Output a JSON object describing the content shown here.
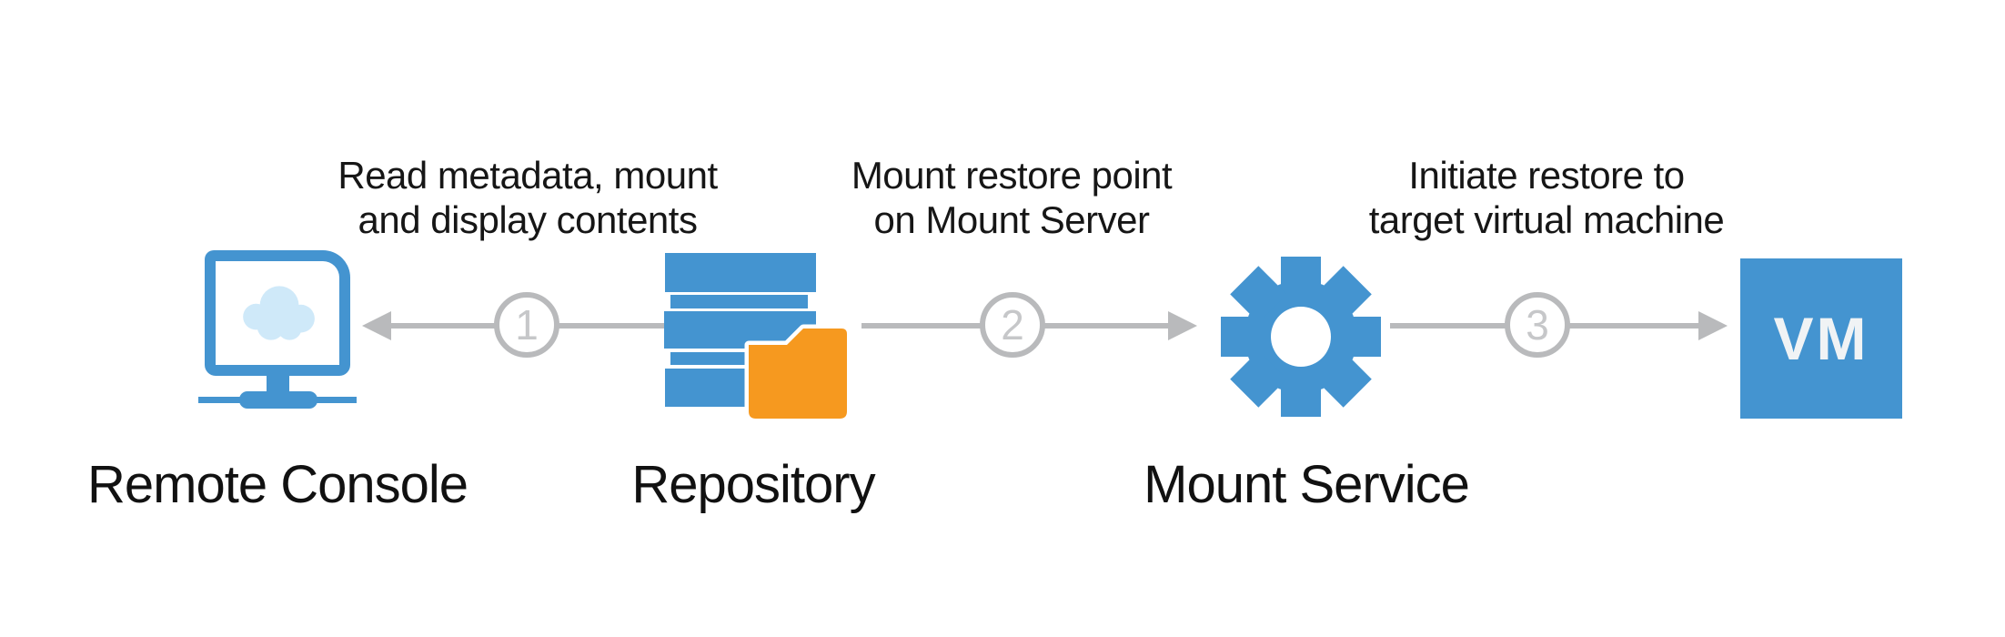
{
  "diagram": {
    "background_color": "#ffffff",
    "accent_blue": "#4494d0",
    "folder_orange": "#f6991f",
    "arrow_gray": "#b9babc",
    "step_number_gray": "#c6c7c9",
    "cloud_light_blue": "#cfe9f9",
    "text_color": "#161616",
    "nodes": [
      {
        "id": "remote-console",
        "label": "Remote Console",
        "icon": "monitor-cloud-icon"
      },
      {
        "id": "repository",
        "label": "Repository",
        "icon": "storage-stack-folder-icon"
      },
      {
        "id": "mount-service",
        "label": "Mount Service",
        "icon": "gear-icon"
      },
      {
        "id": "vm",
        "label": "VM",
        "icon": "vm-box-icon"
      }
    ],
    "steps": [
      {
        "number": "1",
        "direction": "left",
        "caption_line1": "Read metadata, mount",
        "caption_line2": "and display contents"
      },
      {
        "number": "2",
        "direction": "right",
        "caption_line1": "Mount restore point",
        "caption_line2": "on Mount Server"
      },
      {
        "number": "3",
        "direction": "right",
        "caption_line1": "Initiate restore to",
        "caption_line2": "target virtual machine"
      }
    ]
  }
}
